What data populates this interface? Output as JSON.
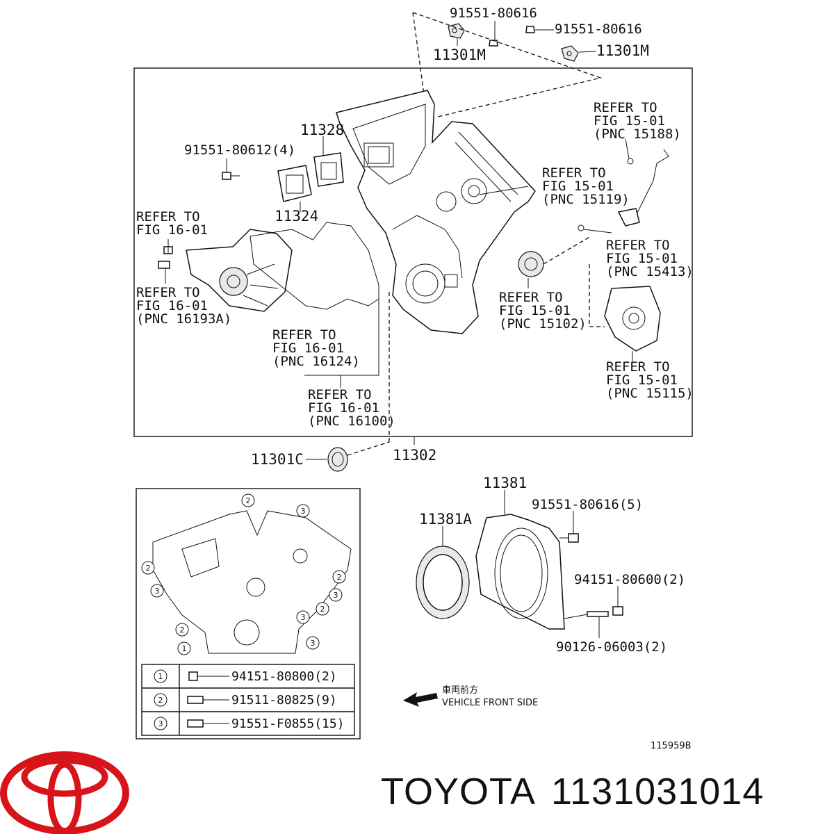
{
  "top_parts": {
    "bolt_a": "91551-80616",
    "bolt_b": "91551-80616",
    "sensor_a": "11301M",
    "sensor_b": "11301M"
  },
  "main_labels": {
    "gasket_11328": "11328",
    "bolt_80612": "91551-80612(4)",
    "gasket_11324": "11324",
    "cover_11302": "11302",
    "seal_11301c": "11301C"
  },
  "refer_notes": [
    {
      "l1": "REFER TO",
      "l2": "FIG 15-01",
      "l3": "(PNC 15188)"
    },
    {
      "l1": "REFER TO",
      "l2": "FIG 15-01",
      "l3": "(PNC 15119)"
    },
    {
      "l1": "REFER TO",
      "l2": "FIG 16-01",
      "l3": ""
    },
    {
      "l1": "REFER TO",
      "l2": "FIG 15-01",
      "l3": "(PNC 15413)"
    },
    {
      "l1": "REFER TO",
      "l2": "FIG 16-01",
      "l3": "(PNC 16193A)"
    },
    {
      "l1": "REFER TO",
      "l2": "FIG 15-01",
      "l3": "(PNC 15102)"
    },
    {
      "l1": "REFER TO",
      "l2": "FIG 16-01",
      "l3": "(PNC 16124)"
    },
    {
      "l1": "REFER TO",
      "l2": "FIG 15-01",
      "l3": "(PNC 15115)"
    },
    {
      "l1": "REFER TO",
      "l2": "FIG 16-01",
      "l3": "(PNC 16100)"
    }
  ],
  "rear_parts": {
    "retainer": "11381",
    "oil_seal": "11381A",
    "bolt_80616_5": "91551-80616(5)",
    "nut": "94151-80600(2)",
    "stud": "90126-06003(2)"
  },
  "legend_callouts": [
    "2",
    "3",
    "2",
    "2",
    "3",
    "3",
    "2",
    "3",
    "2",
    "3",
    "1",
    "1"
  ],
  "bolt_table": [
    {
      "num": "1",
      "part": "94151-80800(2)"
    },
    {
      "num": "2",
      "part": "91511-80825(9)"
    },
    {
      "num": "3",
      "part": "91551-F0855(15)"
    }
  ],
  "direction": {
    "jp": "車両前方",
    "en": "VEHICLE FRONT SIDE"
  },
  "figure_code": "115959B",
  "brand": {
    "name": "TOYOTA",
    "part_number": "1131031014",
    "logo_color": "#d7141a"
  }
}
